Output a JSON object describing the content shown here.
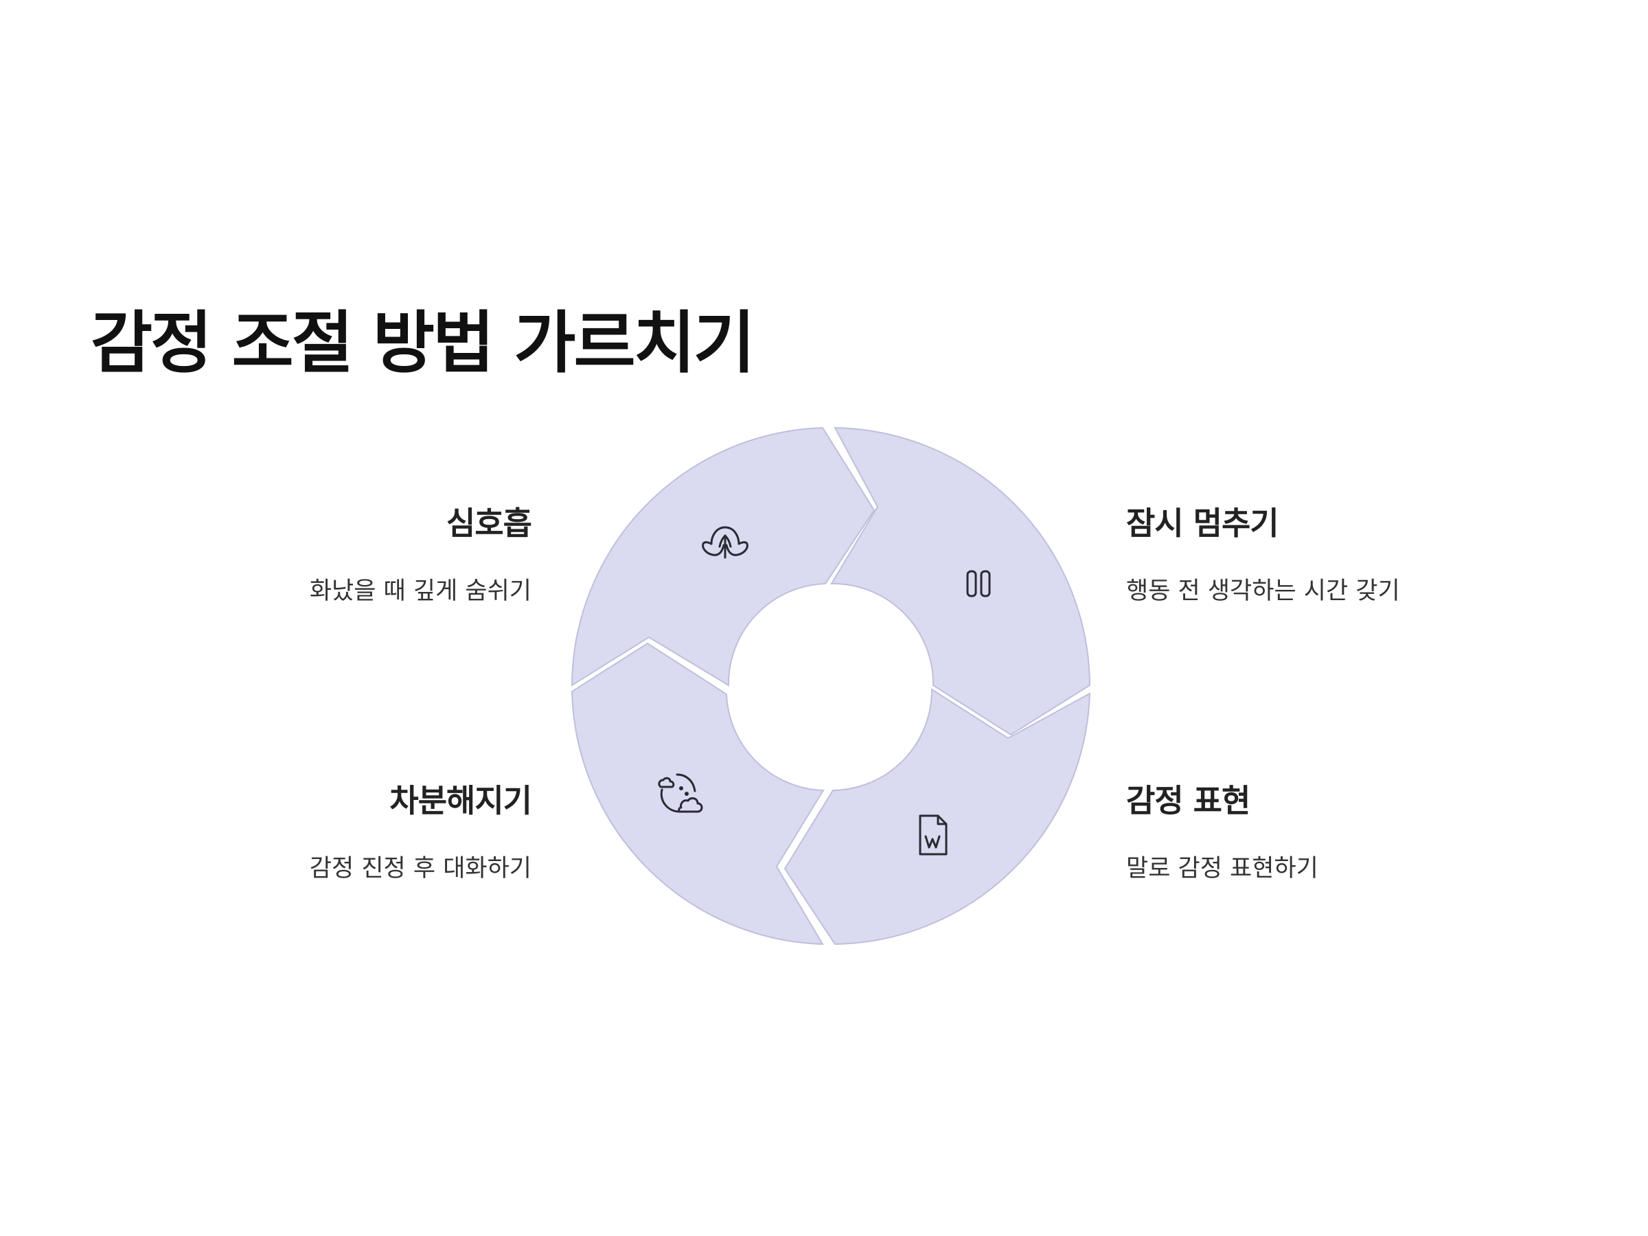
{
  "title": "감정 조절 방법 가르치기",
  "steps": [
    {
      "heading": "심호흡",
      "description": "화났을 때 깊게 숨쉬기",
      "icon": "lungs-icon"
    },
    {
      "heading": "잠시 멈추기",
      "description": "행동 전 생각하는 시간 갖기",
      "icon": "pause-icon"
    },
    {
      "heading": "감정 표현",
      "description": "말로 감정 표현하기",
      "icon": "word-document-icon"
    },
    {
      "heading": "차분해지기",
      "description": "감정 진정 후 대화하기",
      "icon": "moon-cloud-icon"
    }
  ],
  "colors": {
    "segment_fill": "#dadaf0",
    "segment_stroke": "#bfbfdc",
    "title": "#111111",
    "text": "#222222"
  }
}
